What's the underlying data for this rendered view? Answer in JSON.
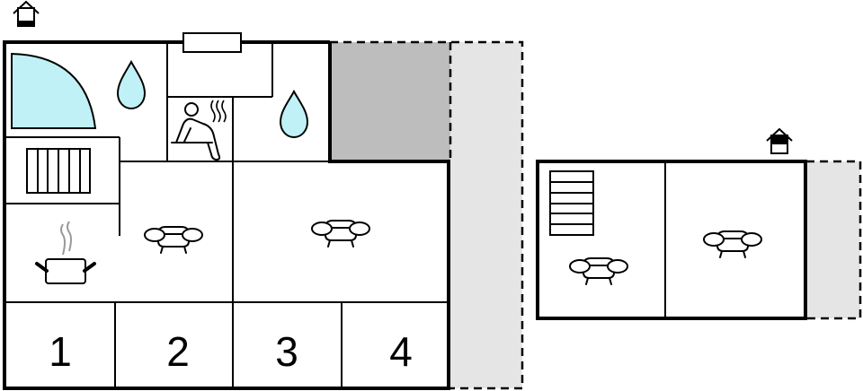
{
  "floorplan": {
    "colors": {
      "water": "#bff1f7",
      "covered_terrace": "#bdbdbd",
      "terrace": "#e5e5e5",
      "steam": "#999999"
    },
    "building_main": {
      "entrance_icon": "entrance-house-icon",
      "rooms": [
        {
          "name": "bathroom",
          "icons": [
            "bathtub-icon",
            "water-drop-icon"
          ]
        },
        {
          "name": "sauna",
          "icons": [
            "sauna-person-icon",
            "heat-waves-icon"
          ]
        },
        {
          "name": "shower-room",
          "icons": [
            "water-drop-icon"
          ]
        },
        {
          "name": "hallway-radiator",
          "icons": [
            "radiator-icon"
          ]
        },
        {
          "name": "kitchen",
          "icons": [
            "cooking-pot-icon"
          ]
        },
        {
          "name": "living-room-1",
          "icons": [
            "sofa-icon"
          ]
        },
        {
          "name": "living-room-2",
          "icons": [
            "sofa-icon"
          ]
        }
      ],
      "bedrooms": [
        {
          "label": "1"
        },
        {
          "label": "2"
        },
        {
          "label": "3"
        },
        {
          "label": "4"
        }
      ]
    },
    "building_annex": {
      "entrance_icon": "entrance-house-icon",
      "rooms": [
        {
          "name": "room-with-stairs",
          "icons": [
            "staircase-icon",
            "sofa-icon"
          ]
        },
        {
          "name": "lounge",
          "icons": [
            "sofa-icon"
          ]
        }
      ]
    }
  }
}
